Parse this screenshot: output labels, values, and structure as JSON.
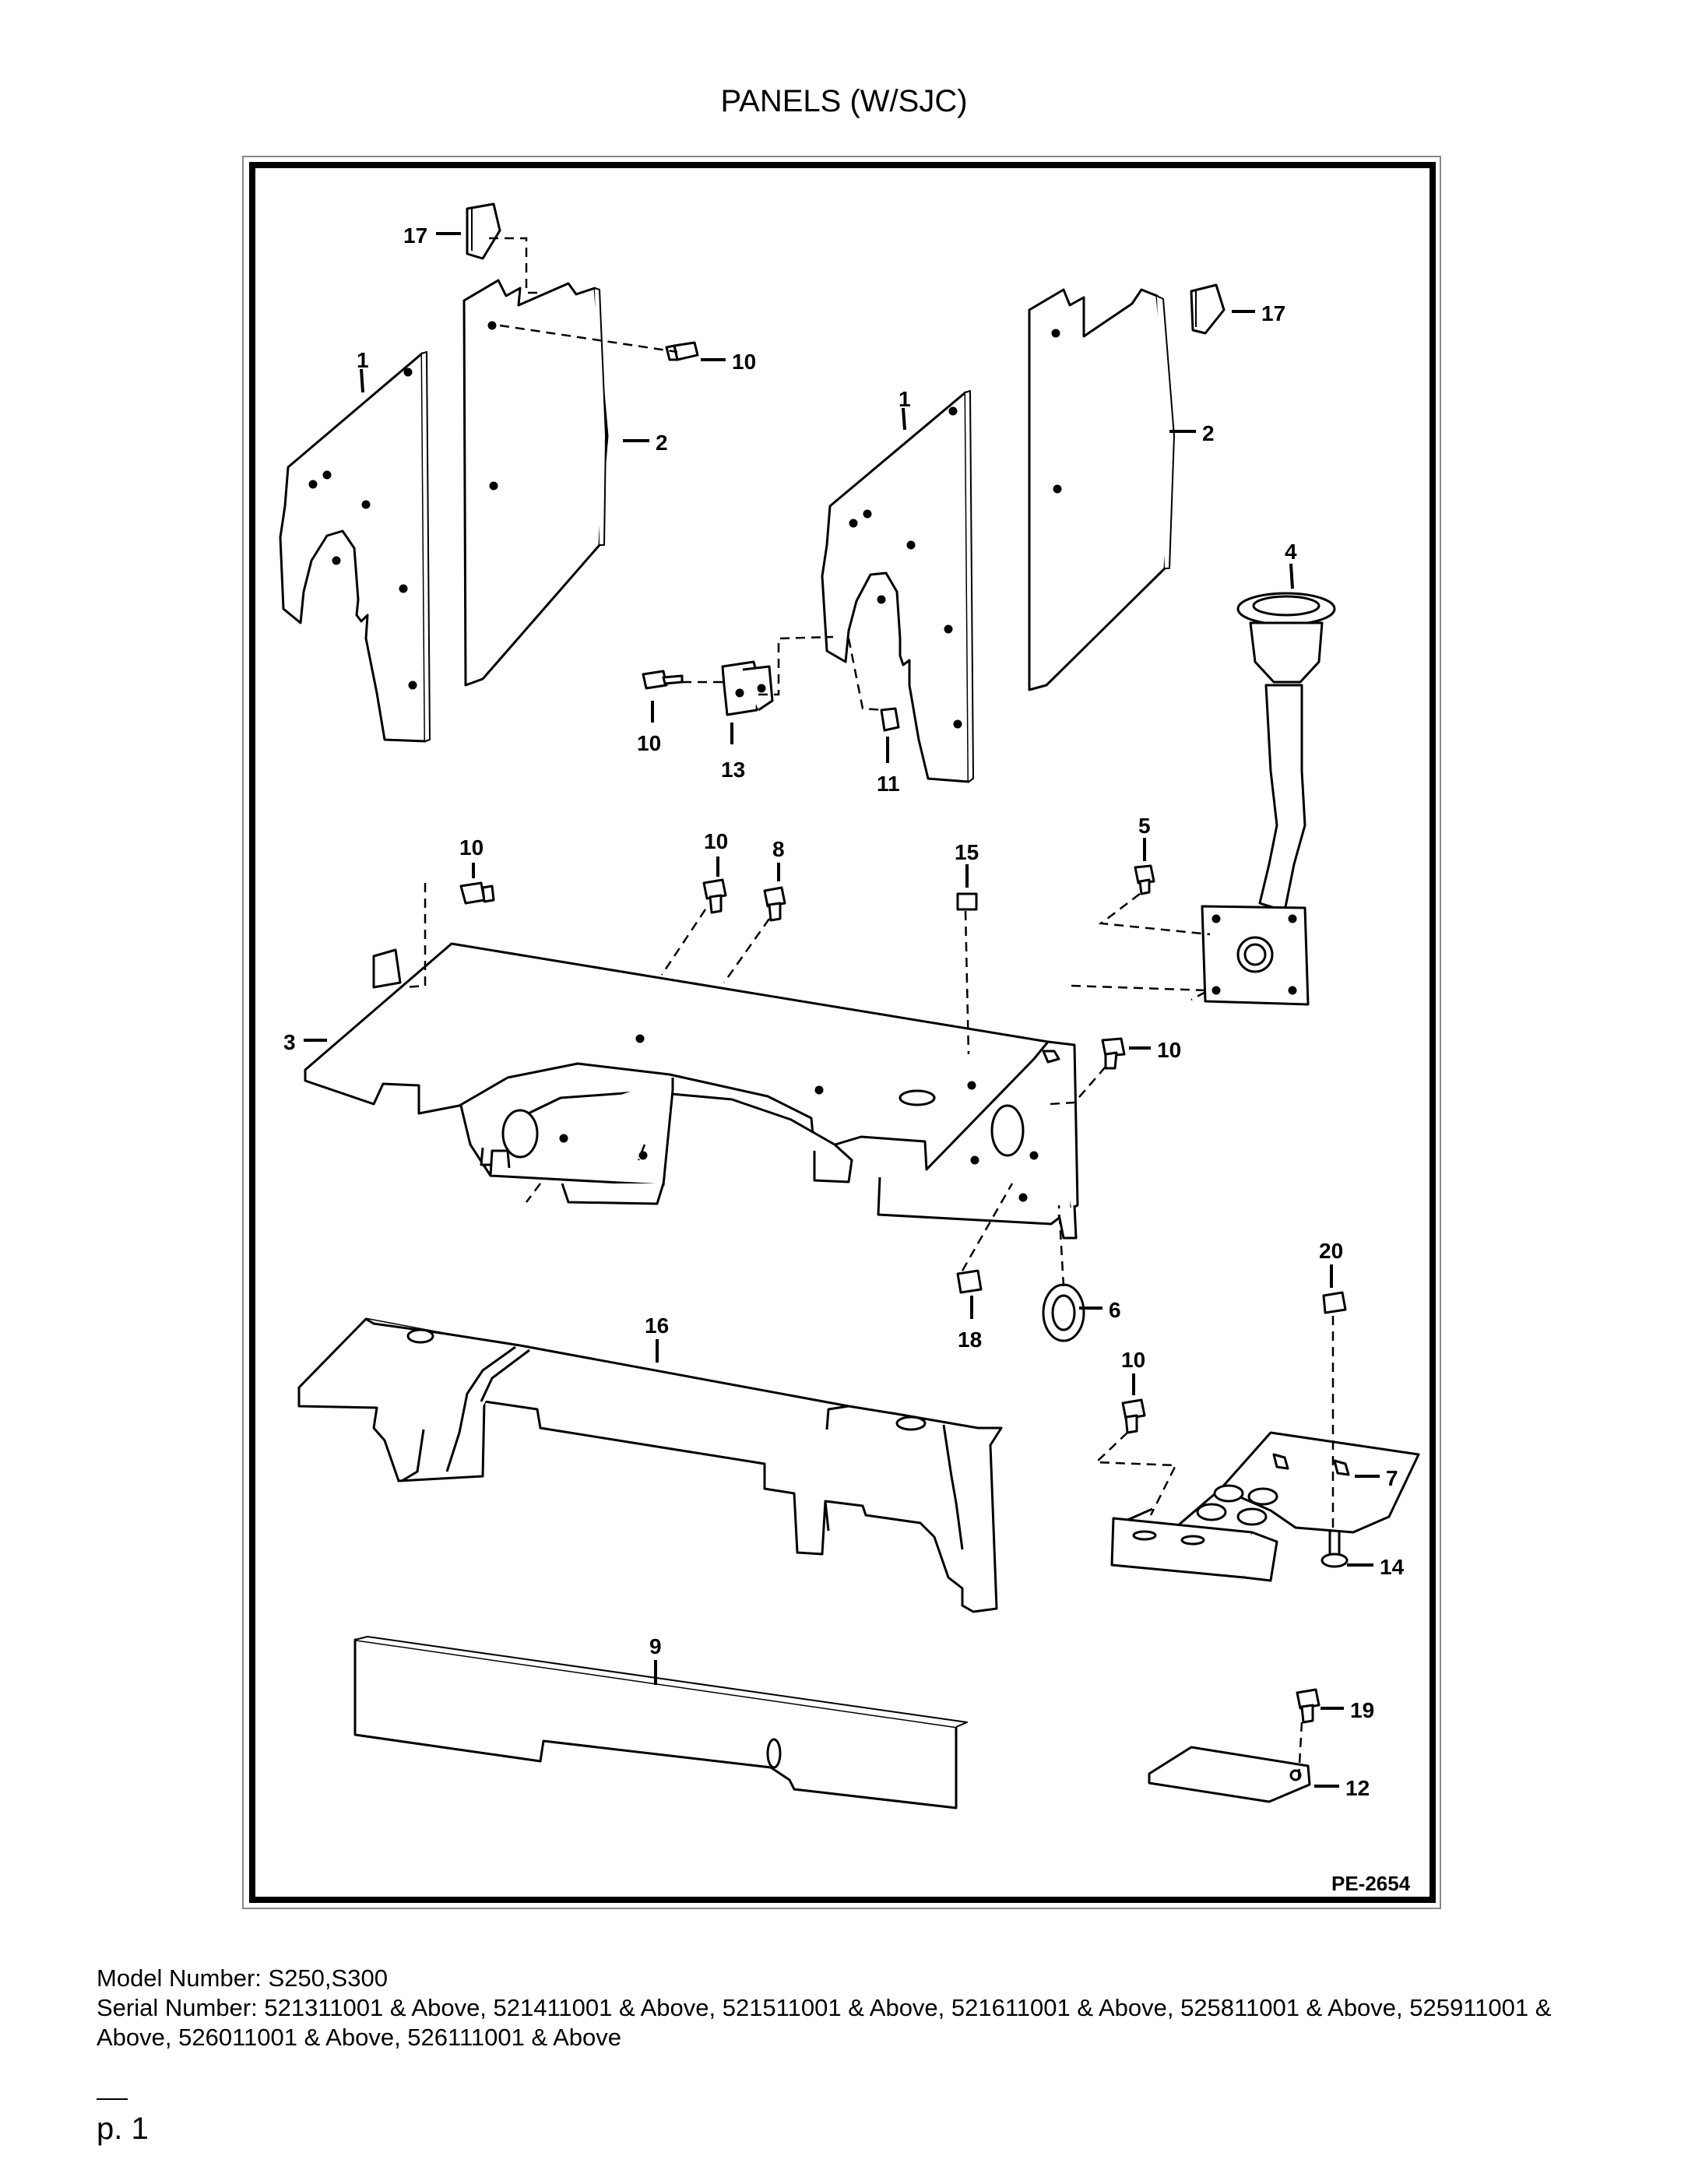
{
  "page_title": "PANELS (W/SJC)",
  "figure_id": "PE-2654",
  "callouts": {
    "c17a": "17",
    "c10a": "10",
    "c1a": "1",
    "c2a": "2",
    "c17b": "17",
    "c1b": "1",
    "c2b": "2",
    "c4": "4",
    "c10b": "10",
    "c13": "13",
    "c11": "11",
    "c10c": "10",
    "c10d": "10",
    "c8": "8",
    "c15": "15",
    "c5": "5",
    "c3": "3",
    "c10e": "10",
    "c18": "18",
    "c6": "6",
    "c16": "16",
    "c20": "20",
    "c10f": "10",
    "c7": "7",
    "c14": "14",
    "c9": "9",
    "c19": "19",
    "c12": "12"
  },
  "footer": {
    "model_line": "Model Number: S250,S300",
    "serial_line": "Serial Number: 521311001 & Above, 521411001 & Above, 521511001 & Above, 521611001 & Above, 525811001 & Above, 525911001 & Above, 526011001 & Above, 526111001 & Above",
    "page_label": "p. 1"
  }
}
